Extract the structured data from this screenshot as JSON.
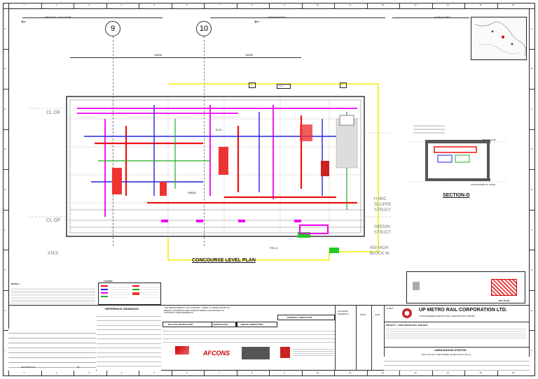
{
  "grid": {
    "cols": [
      "1",
      "2",
      "3",
      "4",
      "5",
      "6",
      "7",
      "8",
      "9",
      "10",
      "11",
      "12",
      "13",
      "14",
      "15",
      "16"
    ],
    "rows": [
      "A",
      "B",
      "C",
      "D",
      "E",
      "F",
      "G",
      "H",
      "J"
    ]
  },
  "directions": {
    "left": "MEDICAL COLLEGE",
    "center": "JAMA MASJID",
    "right": "AGRA FORT"
  },
  "drawing": {
    "grid_bubbles": [
      "9",
      "10"
    ],
    "dims": [
      "15000",
      "15000"
    ],
    "plan_title": "CONCOURSE LEVEL PLAN",
    "section_title": "SECTION-D",
    "key_plan": "KEY PLAN",
    "tags": {
      "cl_of_1": "CL OF",
      "cl_of_2": "CL OF",
      "ecs": "ECS",
      "emda": "EMDA",
      "fhc": "FHC-2",
      "fx": "FX-1",
      "dim1": "1",
      "dim2": "2",
      "right1": "H WIC",
      "right2": "SCUPPE",
      "right3": "STRUCT",
      "right4": "OPENIN",
      "right5": "STRUCT",
      "right6": "450 HIGH",
      "right7": "BLOCK W",
      "dates": "ATES",
      "top_of_slab": "TOP OF SLAB",
      "concourse_ffl": "CONCOURSE FFL LEVEL"
    }
  },
  "notes_title": "NOTES :-",
  "legend_title": "LEGEND",
  "reference_title": "REFERENCE DRAWINGS",
  "responsibility_text": "THE RESPONSIBILITY OF CONTROL, CHECK & VERIFICATION OF DESIGN, DRAWINGS AND COMPLETENESS ACCORDING TO CONTRACT REQUIREMENTS",
  "contractors": {
    "bcs_label": "BCS TVS CONTRACTOR",
    "contractor_label": "CONTRACTOR",
    "proof_label": "PROOF CONSULTANT",
    "general_label": "GENERAL CONSULTANT",
    "logo1": "AFCONS"
  },
  "title_block": {
    "client_label": "CLIENT",
    "client": "UP METRO RAIL CORPORATION LTD.",
    "client_sub": "UTTAR PRADESH METRO RAIL CORPORATION LIMITED",
    "project": "PROJECT : AGRA METRO RAIL PROJECT",
    "station": "JAMA MASJID STATION",
    "drawing_title": "ECS LAYOUT CONCOURSE LEVEL PLAN (3 OF 3)",
    "date_label": "DATE",
    "sign_label": "SIGN",
    "counter_label": "COUNTER SIGNED BY"
  },
  "revision": {
    "description_label": "DESCRIPTION",
    "by_label": "BY"
  }
}
